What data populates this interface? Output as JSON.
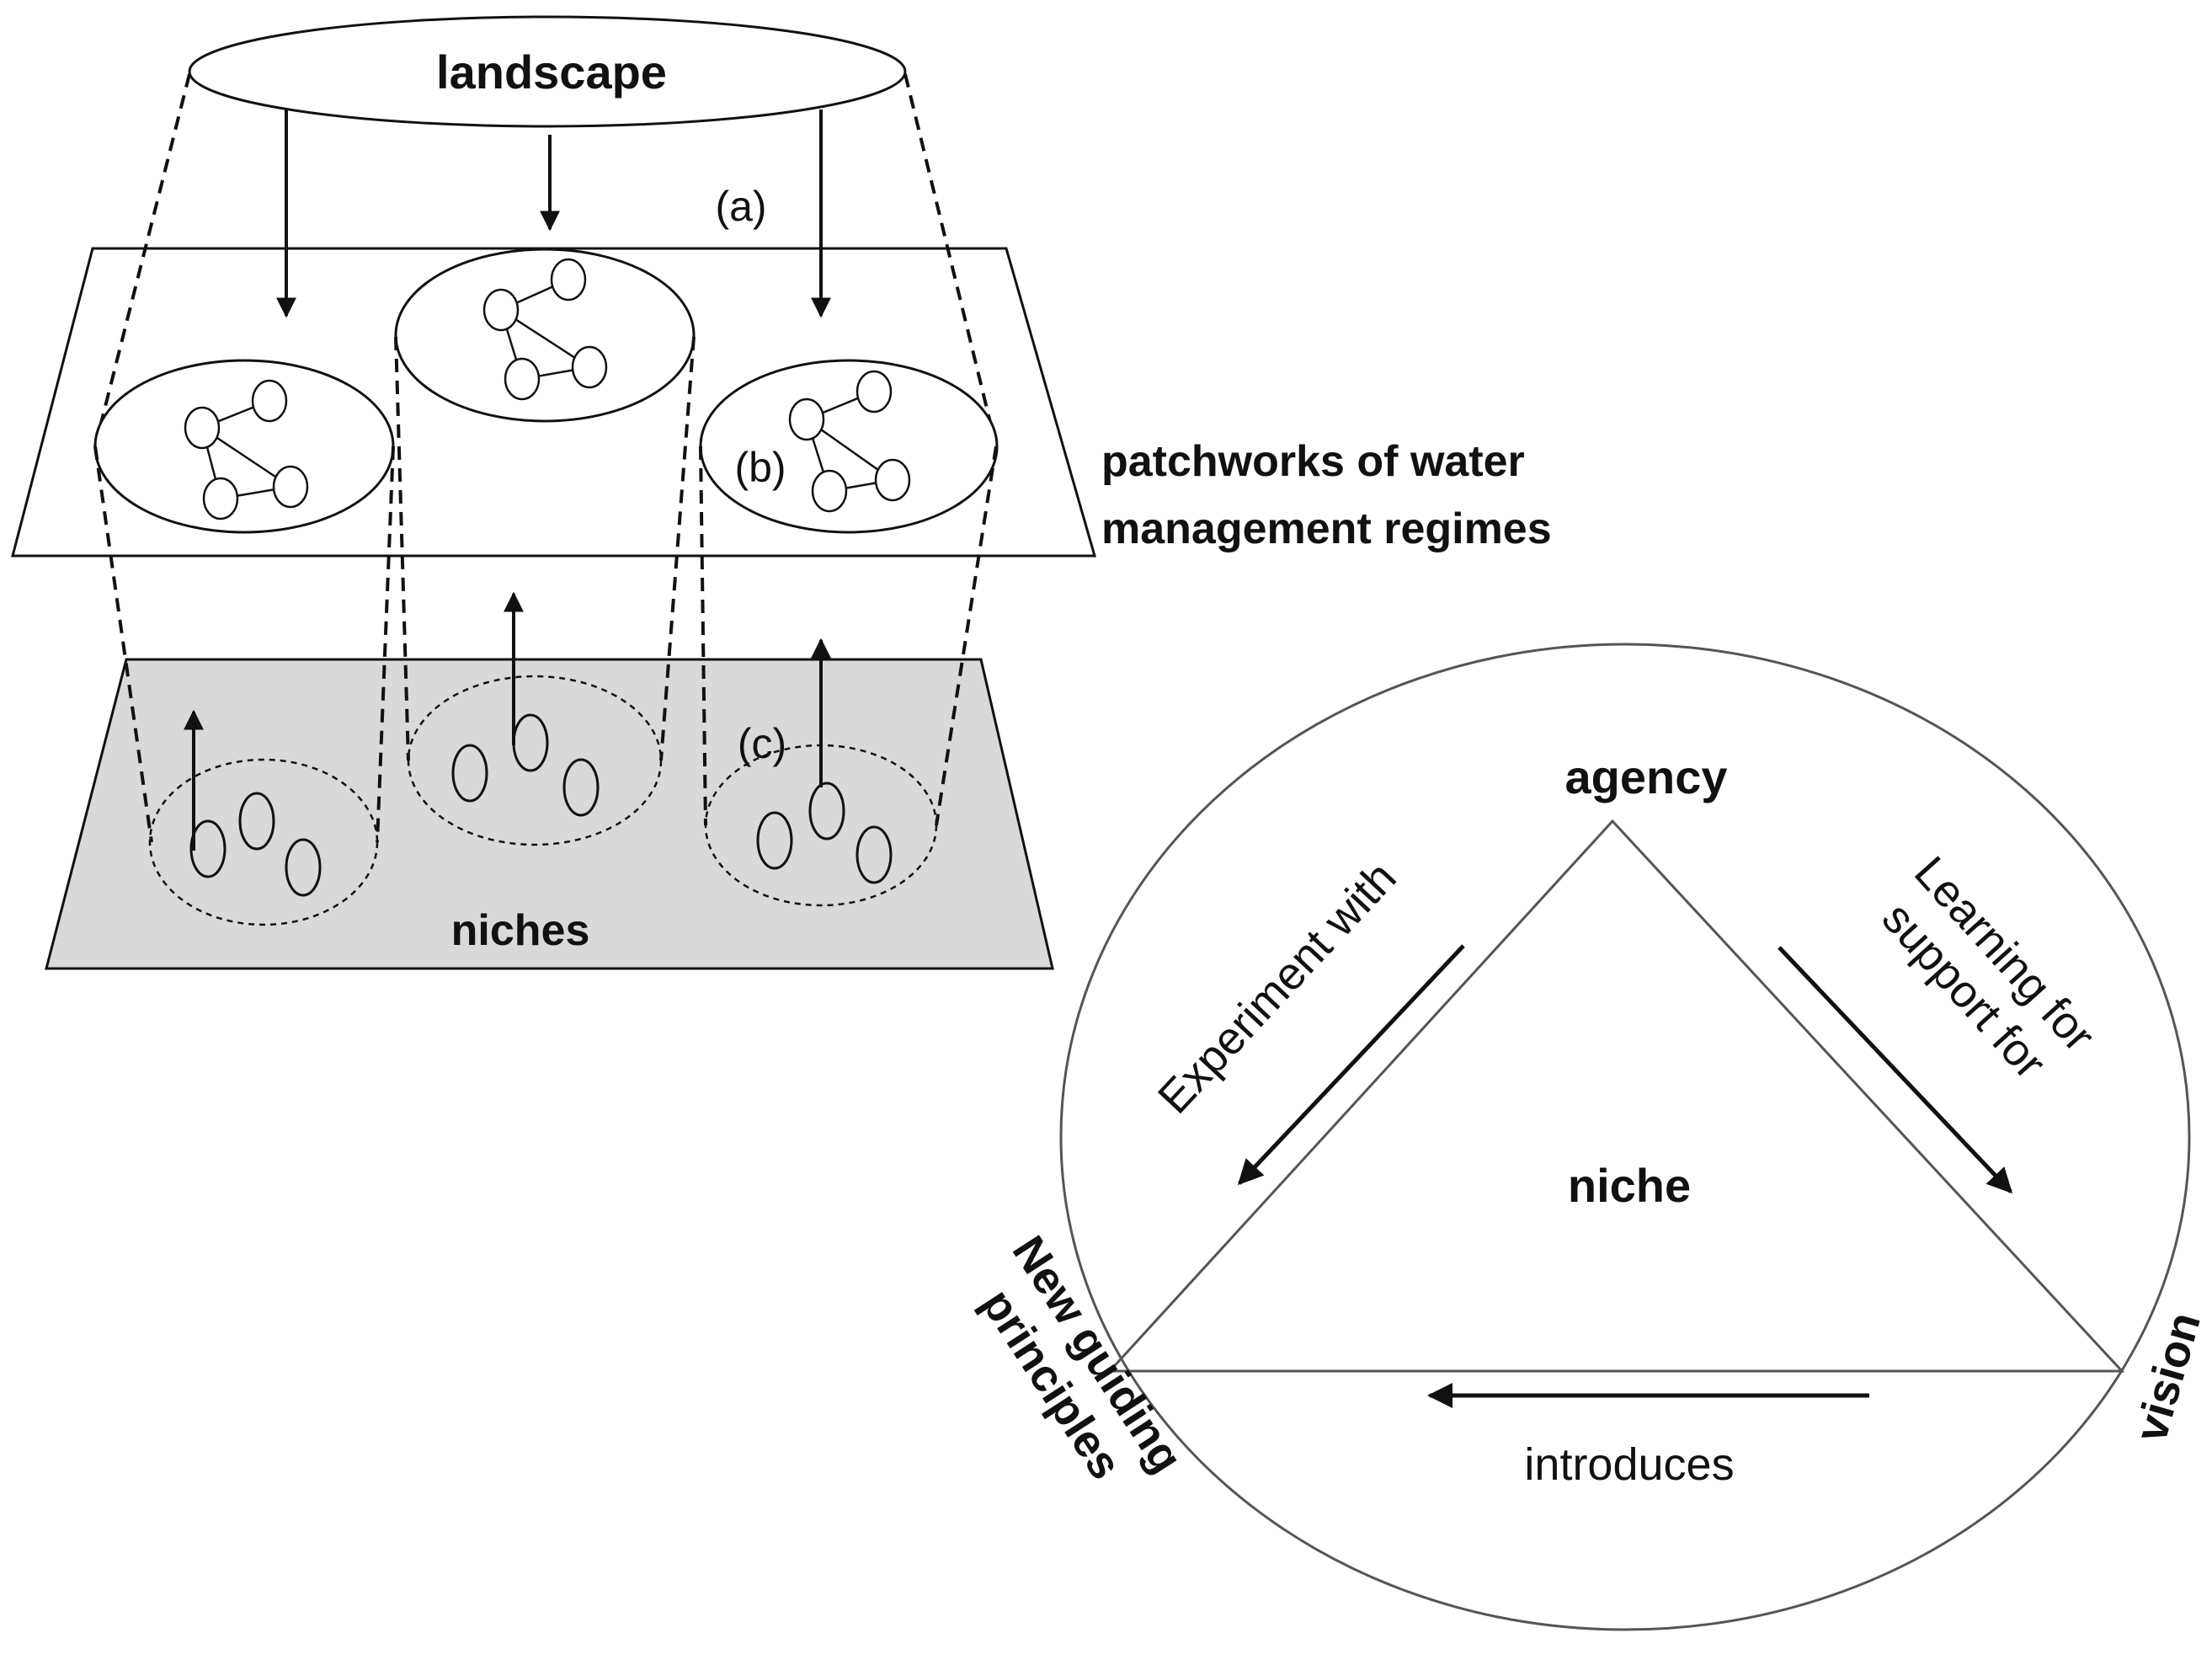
{
  "multilevel": {
    "landscape_label": "landscape",
    "label_a": "(a)",
    "label_b": "(b)",
    "label_c": "(c)",
    "regimes_label_line1": "patchworks of water",
    "regimes_label_line2": "management regimes",
    "niches_label": "niches"
  },
  "triangle": {
    "center_label": "niche",
    "top_label": "agency",
    "right_label": "vision",
    "left_label_line1": "New guiding",
    "left_label_line2": "principles",
    "left_edge_label": "Experiment with",
    "right_edge_label_line1": "Learning for",
    "right_edge_label_line2": "support for",
    "bottom_edge_label": "introduces"
  },
  "colors": {
    "line": "#111111",
    "niche_plane_fill": "#d9d9d9",
    "background": "#ffffff"
  }
}
